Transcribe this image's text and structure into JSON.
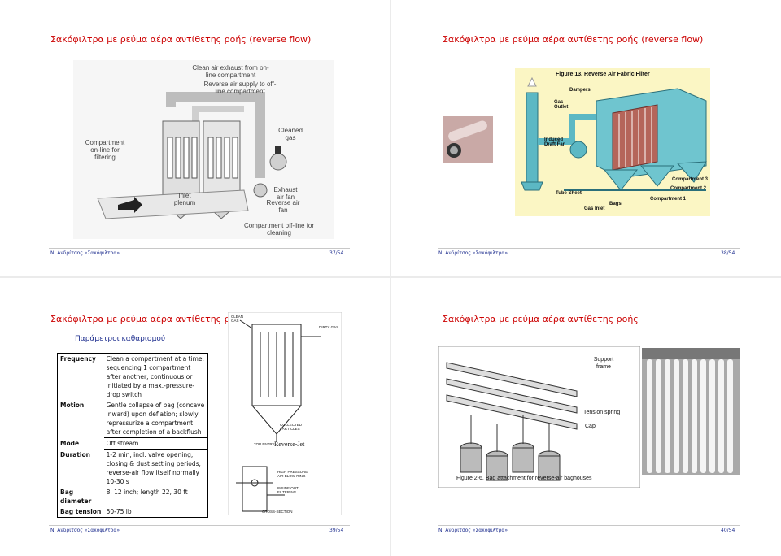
{
  "slides": [
    {
      "title": "Σακόφιλτρα με ρεύμα αέρα αντίθετης ροής (reverse flow)",
      "footer_left": "Ν. Ανδρίτσος     «Σακόφιλτρα»",
      "page": "37/54",
      "figure_labels": {
        "clean_air": "Clean air exhaust from on-line compartment",
        "reverse_supply": "Reverse air supply to off-line compartment",
        "compartment_online": "Compartment on-line for filtering",
        "cleaned_gas": "Cleaned gas",
        "inlet_plenum": "Inlet plenum",
        "exhaust_fan": "Exhaust air fan",
        "reverse_fan": "Reverse air fan",
        "compartment_offline": "Compartment off-line for cleaning"
      }
    },
    {
      "title": "Σακόφιλτρα με ρεύμα αέρα αντίθετης ροής (reverse flow)",
      "footer_left": "Ν. Ανδρίτσος     «Σακόφιλτρα»",
      "page": "38/54",
      "figure_labels": {
        "figure_title": "Figure 13.   Reverse Air Fabric Filter",
        "dampers": "Dampers",
        "gas_outlet": "Gas Outlet",
        "induced_draft_fan": "Induced Draft Fan",
        "tube_sheet": "Tube Sheet",
        "gas_inlet": "Gas Inlet",
        "bags": "Bags",
        "compartment3": "Compartment 3",
        "compartment2": "Compartment 2",
        "compartment1": "Compartment 1"
      }
    },
    {
      "title": "Σακόφιλτρα με ρεύμα αέρα αντίθετης ροής",
      "subtitle": "Παράμετροι   καθαρισμού",
      "footer_left": "Ν. Ανδρίτσος     «Σακόφιλτρα»",
      "page": "39/54",
      "params": [
        {
          "key": "Frequency",
          "value": "Clean a compartment at a time, sequencing 1 compartment after another; continuous or initiated by a max.-pressure-drop switch"
        },
        {
          "key": "Motion",
          "value": "Gentle collapse of bag (concave inward) upon deflation; slowly repressurize a compartment after completion of a backflush"
        },
        {
          "key": "Mode",
          "value": "Off stream"
        },
        {
          "key": "Duration",
          "value": "1-2 min, incl. valve opening, closing & dust settling periods; reverse-air flow itself normally 10-30 s"
        },
        {
          "key": "Bag diameter",
          "value": "8, 12 inch; length 22, 30 ft"
        },
        {
          "key": "Bag tension",
          "value": "50-75 lb"
        }
      ],
      "figure_labels": {
        "clean_gas": "CLEAN GAS",
        "dirty_gas": "DIRTY GAS",
        "collected": "COLLECTED PARTICLES",
        "reverse_jet": "Reverse-Jet",
        "top_entry": "TOP ENTRY",
        "jet_air": "HIGH PRESSURE AIR BLOW RING",
        "inside_out": "INSIDE OUT FILTERING",
        "cross_section": "CROSS-SECTION"
      }
    },
    {
      "title": "Σακόφιλτρα με ρεύμα αέρα αντίθετης ροής",
      "footer_left": "Ν. Ανδρίτσος     «Σακόφιλτρα»",
      "page": "40/54",
      "figure_labels": {
        "support_frame": "Support frame",
        "tension_spring": "Tension spring",
        "cap": "Cap",
        "caption": "Figure 2-6.   Bag attachment for reverse-air baghouses"
      }
    }
  ],
  "colors": {
    "title": "#cc0000",
    "footer": "#1f2f8f",
    "steel": "#5cb8c4",
    "rust": "#b5655a"
  }
}
